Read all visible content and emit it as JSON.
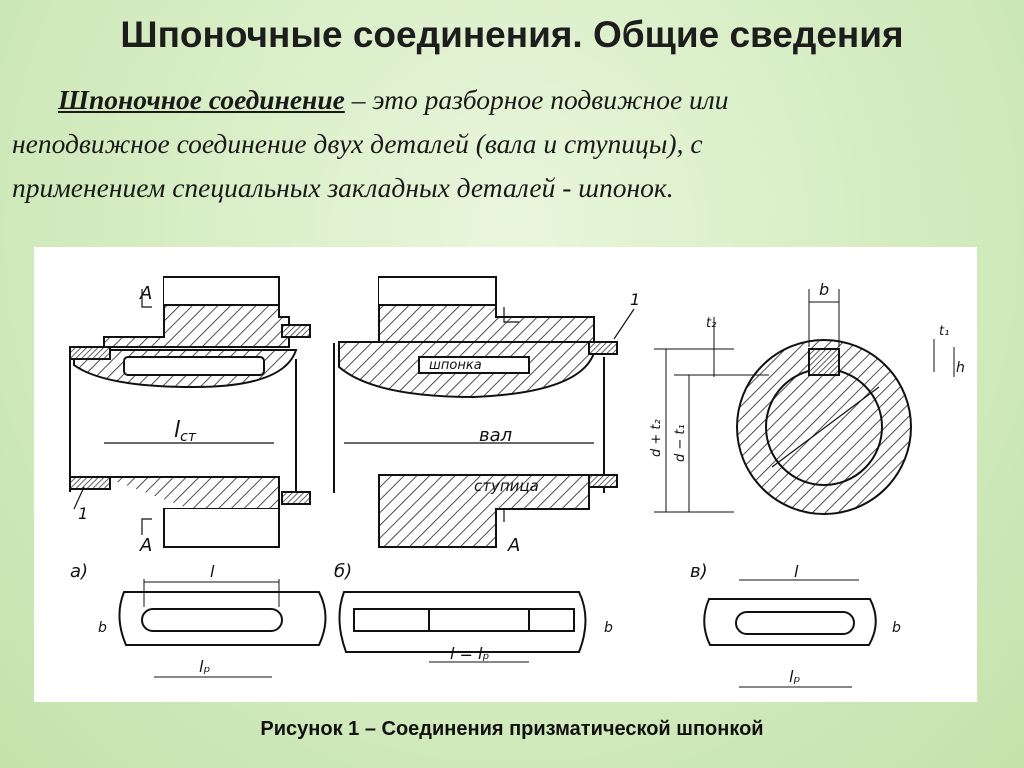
{
  "title": "Шпоночные соединения. Общие сведения",
  "definition": {
    "term": "Шпоночное соединение",
    "dash": " – ",
    "line1_rest": "это разборное подвижное или",
    "line2": "неподвижное соединение двух деталей (вала и ступицы), с",
    "line3": "применением специальных закладных деталей  - шпонок."
  },
  "figure": {
    "labels": {
      "section_a_top": "A",
      "section_a_bottom": "A",
      "section_a2_bottom": "A",
      "length_hub": "l",
      "length_hub_sub": "ст",
      "key_label": "шпонка",
      "shaft_label": "вал",
      "hub_label": "ступица",
      "callout_1_top": "1",
      "callout_1_bottom": "1",
      "dim_b": "b",
      "dim_t2": "t₂",
      "dim_t1": "t₁",
      "dim_h": "h",
      "dim_d_plus_t2": "d + t₂",
      "dim_d_minus_t1": "d − t₁",
      "variant_a": "а)",
      "variant_b": "б)",
      "variant_v": "в)",
      "key_a_l": "l",
      "key_a_b": "b",
      "key_a_lp": "lₚ",
      "key_b_l_lp": "l = lₚ",
      "key_b_b": "b",
      "key_v_l": "l",
      "key_v_b": "b",
      "key_v_lp": "lₚ"
    }
  },
  "caption": "Рисунок 1 – Соединения призматической шпонкой"
}
